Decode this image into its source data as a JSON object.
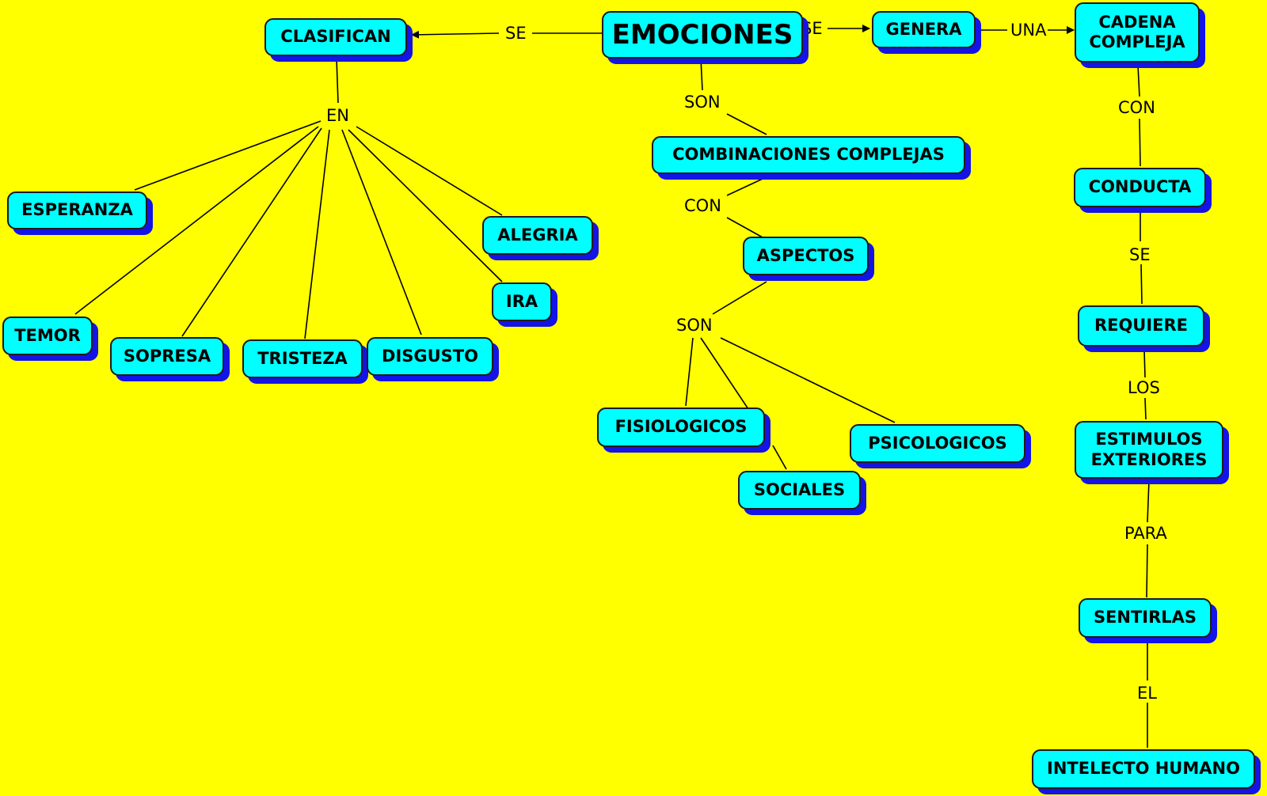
{
  "nodes": {
    "emociones": "EMOCIONES",
    "clasifican": "CLASIFICAN",
    "genera": "GENERA",
    "cadena": "CADENA\nCOMPLEJA",
    "combinaciones": "COMBINACIONES COMPLEJAS",
    "aspectos": "ASPECTOS",
    "esperanza": "ESPERANZA",
    "alegria": "ALEGRIA",
    "ira": "IRA",
    "temor": "TEMOR",
    "sopresa": "SOPRESA",
    "tristeza": "TRISTEZA",
    "disgusto": "DISGUSTO",
    "fisiologicos": "FISIOLOGICOS",
    "sociales": "SOCIALES",
    "psicologicos": "PSICOLOGICOS",
    "conducta": "CONDUCTA",
    "requiere": "REQUIERE",
    "estimulos": "ESTIMULOS\nEXTERIORES",
    "sentirlas": "SENTIRLAS",
    "intelecto": "INTELECTO HUMANO"
  },
  "links": {
    "se_clasifican": "SE",
    "se_genera": "SE",
    "una": "UNA",
    "en": "EN",
    "son_emociones": "SON",
    "con_combinaciones": "CON",
    "son_aspectos": "SON",
    "con_cadena": "CON",
    "se_conducta": "SE",
    "los": "LOS",
    "para": "PARA",
    "el": "EL"
  },
  "colors": {
    "background": "#FFFF00",
    "node_fill": "#00FFFF",
    "node_shadow": "#1414E6",
    "line": "#000000"
  }
}
